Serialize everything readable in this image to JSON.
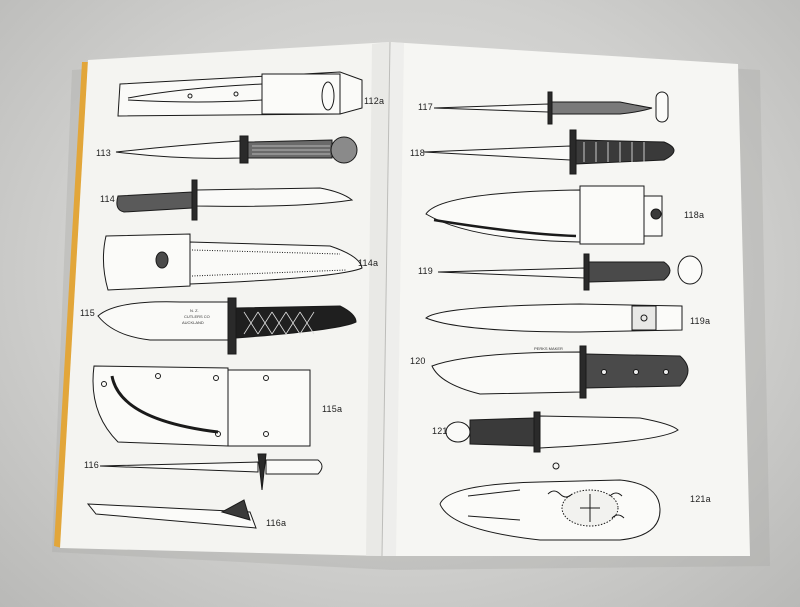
{
  "left_page": {
    "figures": [
      {
        "label": "112a"
      },
      {
        "label": "113"
      },
      {
        "label": "114"
      },
      {
        "label": "114a"
      },
      {
        "label": "115"
      },
      {
        "label": "115a"
      },
      {
        "label": "116"
      },
      {
        "label": "116a"
      }
    ],
    "blade_marks": {
      "knife_115": [
        "N. Z.",
        "CUTLERS CO",
        "AUCKLAND"
      ]
    }
  },
  "right_page": {
    "figures": [
      {
        "label": "117"
      },
      {
        "label": "118"
      },
      {
        "label": "118a"
      },
      {
        "label": "119"
      },
      {
        "label": "119a"
      },
      {
        "label": "120"
      },
      {
        "label": "121"
      },
      {
        "label": "121a"
      }
    ],
    "blade_marks": {
      "knife_120": "PERKS MAKER"
    }
  },
  "colors": {
    "paper": "#f4f4f1",
    "ink": "#1a1a1a",
    "cover_edge": "#e2a63a",
    "background": "#cfcfcd"
  }
}
